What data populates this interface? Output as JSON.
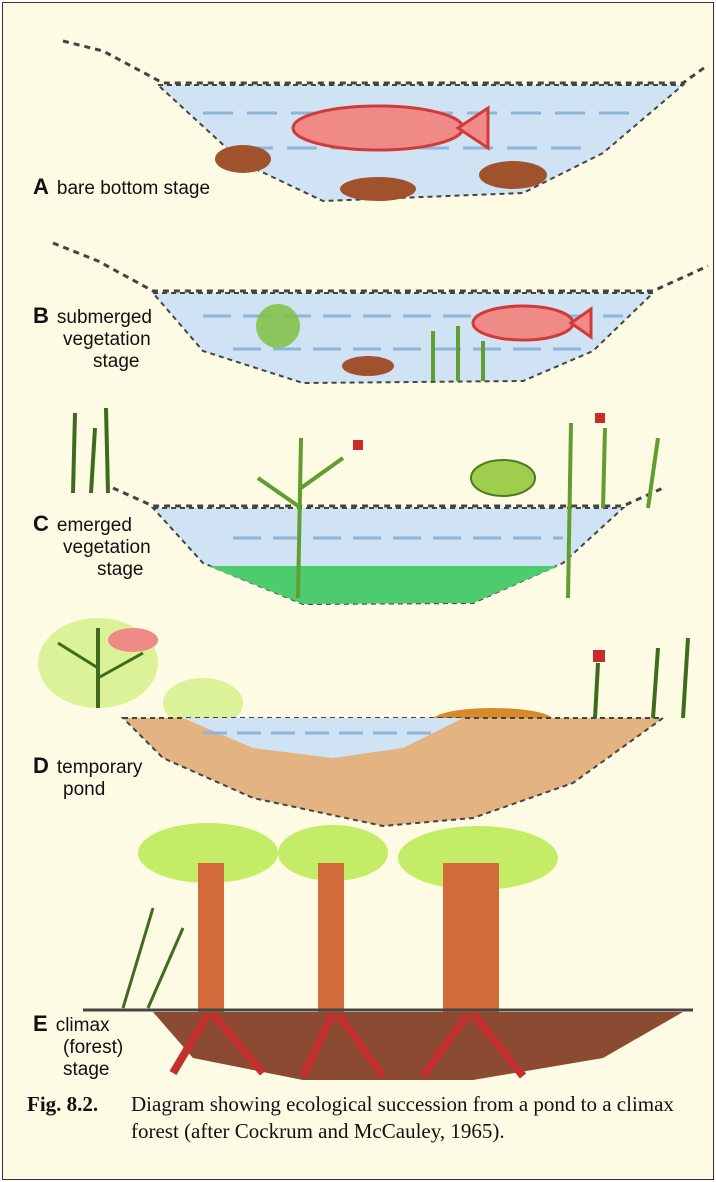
{
  "stages": [
    {
      "letter": "A",
      "text_lines": [
        "bare bottom stage"
      ]
    },
    {
      "letter": "B",
      "text_lines": [
        "submerged",
        "vegetation",
        "stage"
      ]
    },
    {
      "letter": "C",
      "text_lines": [
        "emerged",
        "vegetation",
        "stage"
      ]
    },
    {
      "letter": "D",
      "text_lines": [
        "temporary",
        "pond"
      ]
    },
    {
      "letter": "E",
      "text_lines": [
        "climax",
        "(forest)",
        "stage"
      ]
    }
  ],
  "caption": {
    "label": "Fig. 8.2.",
    "line1": "Diagram showing ecological succession from a pond to a climax",
    "line2": "forest (after Cockrum and McCauley, 1965)."
  },
  "colors": {
    "water": "#cfe3f4",
    "water_line": "#8fb5da",
    "fish": "#f08a86",
    "rock": "#a0522d",
    "plant": "#5f9e2f",
    "leaf_light": "#c4ec66",
    "marsh": "#4ccc6e",
    "soil": "#e3b382",
    "trunk": "#d36a3a",
    "roots": "#c23030",
    "frame_bg": "#fdfbe3"
  }
}
